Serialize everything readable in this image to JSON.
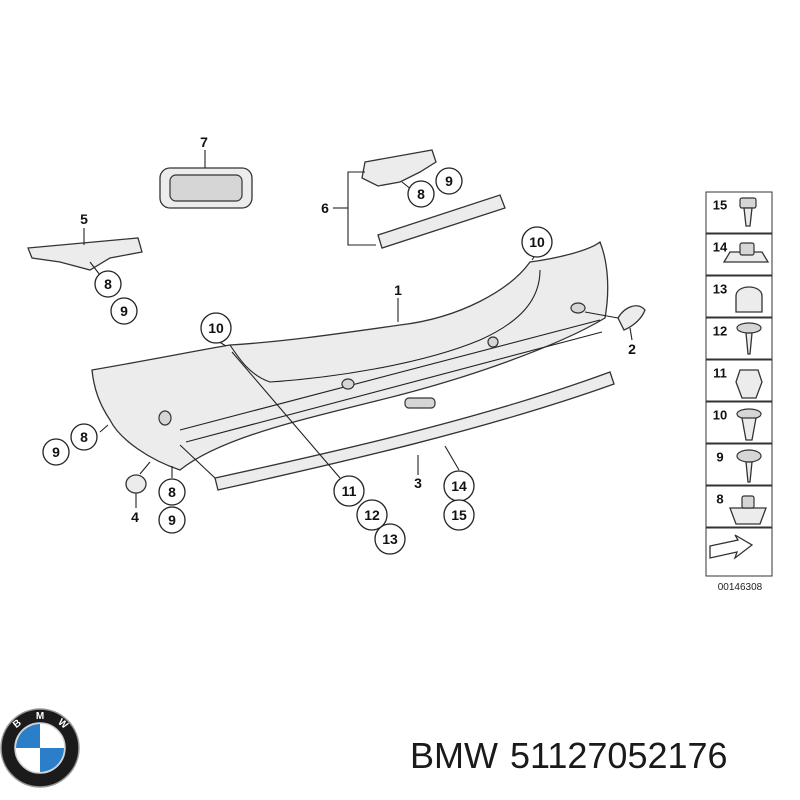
{
  "callouts": {
    "c1": "1",
    "c2": "2",
    "c3": "3",
    "c4": "4",
    "c5": "5",
    "c6": "6",
    "c7": "7"
  },
  "circled": {
    "top_10": "10",
    "left_10": "10",
    "top_8": "8",
    "top_9": "9",
    "left5_8": "8",
    "left5_9": "9",
    "side_9": "9",
    "side_8": "8",
    "bottom_8": "8",
    "bottom_9": "9",
    "mid_11": "11",
    "mid_12": "12",
    "mid_13": "13",
    "mid_14": "14",
    "mid_15": "15"
  },
  "parts_panel": [
    "15",
    "14",
    "13",
    "12",
    "11",
    "10",
    "9",
    "8"
  ],
  "diagram_code": "00146308",
  "brand_name": "BMW",
  "part_number": "51127052176",
  "logo": {
    "letters": [
      "B",
      "M",
      "W"
    ],
    "colors": {
      "blue": "#2b7fc9",
      "white": "#ffffff",
      "ring": "#1b1b1b"
    }
  }
}
